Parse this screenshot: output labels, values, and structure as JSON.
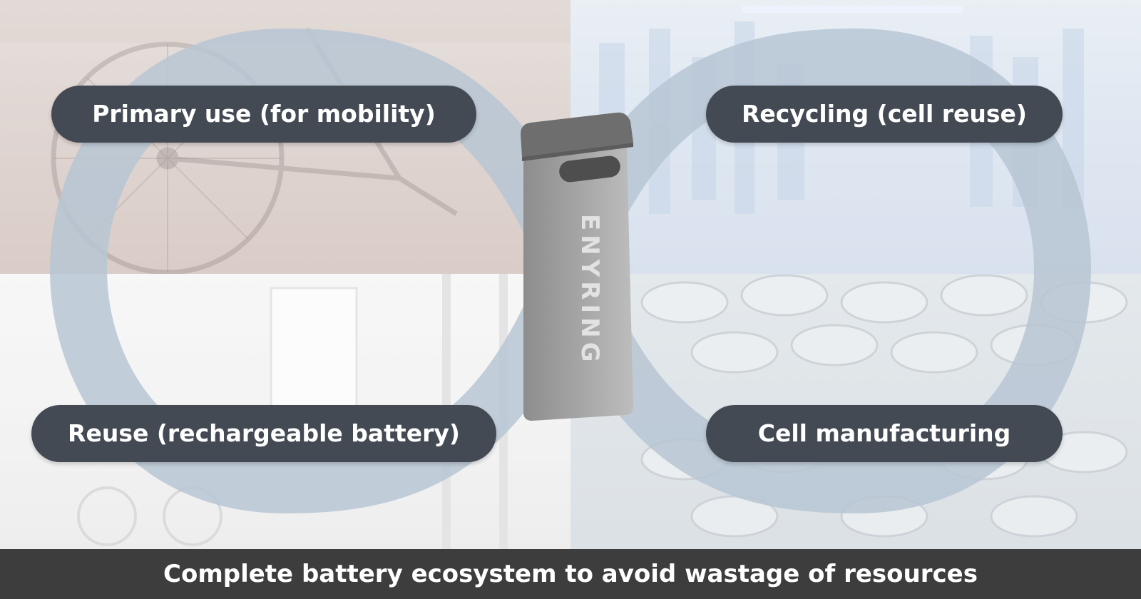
{
  "diagram": {
    "labels": {
      "top_left": "Primary use (for mobility)",
      "top_right": "Recycling (cell reuse)",
      "bottom_left": "Reuse (rechargeable battery)",
      "bottom_right": "Cell manufacturing"
    },
    "battery_brand": "ENYRING",
    "caption": "Complete battery ecosystem to avoid wastage of resources"
  },
  "colors": {
    "pill_background": "#434a54",
    "pill_text": "#ffffff",
    "caption_background": "#3d3d3d",
    "loop": "#b7c6d3",
    "battery_body": "#9c9c9c",
    "battery_cap": "#6e6e6e"
  },
  "icons": {
    "center": "battery-icon",
    "loop": "infinity-loop-icon"
  }
}
